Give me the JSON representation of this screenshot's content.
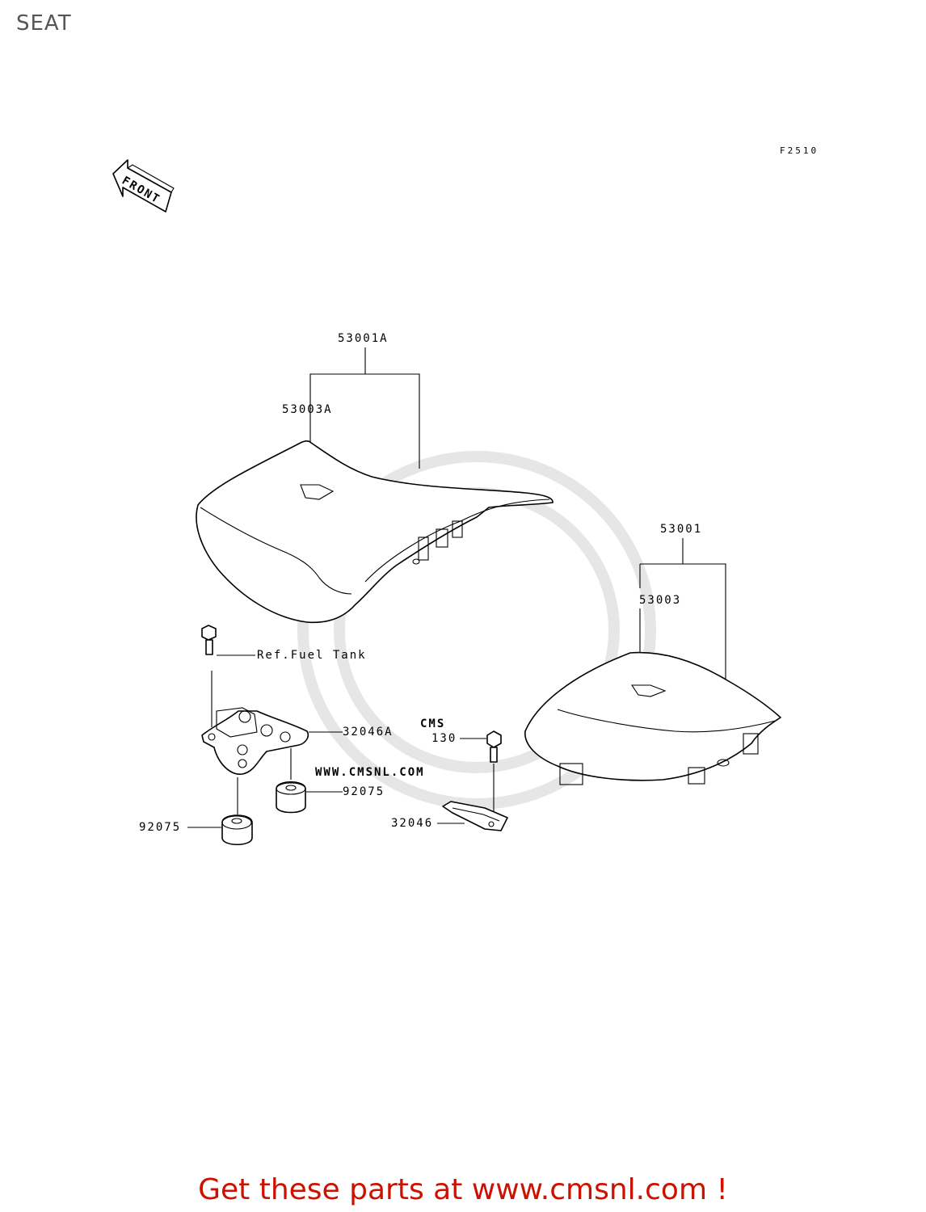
{
  "page": {
    "title": "SEAT",
    "diagram_code": "F2510",
    "footer": "Get these parts at www.cmsnl.com !"
  },
  "watermark": {
    "brand": "CMS",
    "url": "WWW.CMSNL.COM"
  },
  "direction_indicator": {
    "label": "FRONT"
  },
  "callouts": {
    "front_seat_assy": "53001A",
    "front_seat_emblem": "53003A",
    "rear_seat_assy": "53001",
    "rear_seat_emblem": "53003",
    "fuel_tank_ref": "Ref.Fuel Tank",
    "front_bracket": "32046A",
    "damper_right": "92075",
    "damper_left": "92075",
    "bolt": "130",
    "rear_bracket": "32046"
  }
}
